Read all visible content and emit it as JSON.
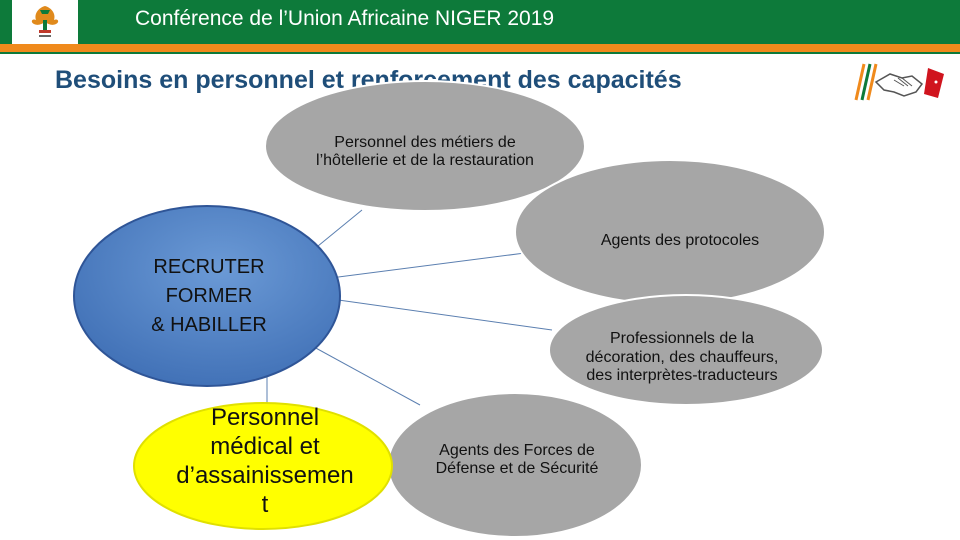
{
  "header": {
    "title": "Conférence de l’Union Africaine  NIGER 2019"
  },
  "page": {
    "title": "Besoins en personnel et renforcement des capacités"
  },
  "icons": {
    "logo": "au-niger-logo-icon",
    "handshake": "handshake-icon"
  },
  "colors": {
    "header_green": "#0d7a3a",
    "header_orange": "#f08a1c",
    "title_blue": "#1f4e79",
    "center_blue": "#4a7cc0",
    "yellow": "#ffff00",
    "grey": "#a6a6a6"
  },
  "diagram": {
    "center": "RECRUTER\nFORMER\n& HABILLER",
    "nodes": [
      {
        "id": "hotellerie",
        "label": "Personnel des métiers de l’hôtellerie  et de la restauration"
      },
      {
        "id": "protocoles",
        "label": "Agents des protocoles"
      },
      {
        "id": "decoration",
        "label": "Professionnels de la décoration, des chauffeurs, des interprètes-traducteurs"
      },
      {
        "id": "forces",
        "label": "Agents des Forces de Défense et de Sécurité"
      },
      {
        "id": "medical",
        "label": "Personnel médical  et d’assainissemen t"
      }
    ]
  }
}
